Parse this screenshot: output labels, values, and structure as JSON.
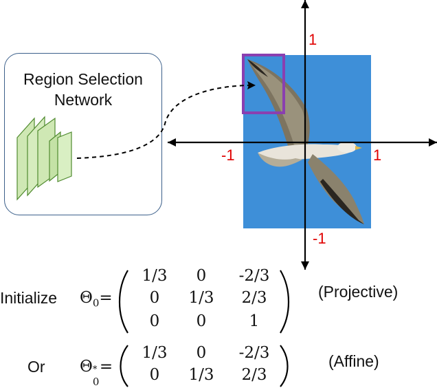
{
  "network": {
    "title_line1": "Region Selection",
    "title_line2": "Network"
  },
  "axes": {
    "x_pos": "1",
    "x_neg": "-1",
    "y_pos": "1",
    "y_neg": "-1"
  },
  "image": {
    "description_icon": "bird-photo",
    "sky_color": "#3e8fd8"
  },
  "selection_box": {
    "color": "#8a3fb0"
  },
  "equations": {
    "initialize_label": "Initialize",
    "or_label": "Or",
    "theta": "Θ",
    "sub": "0",
    "star": "*",
    "eq": "=",
    "projective": {
      "rows": [
        [
          "1/3",
          "0",
          "-2/3"
        ],
        [
          "0",
          "1/3",
          "2/3"
        ],
        [
          "0",
          "0",
          "1"
        ]
      ],
      "tag": "(Projective)"
    },
    "affine": {
      "rows": [
        [
          "1/3",
          "0",
          "-2/3"
        ],
        [
          "0",
          "1/3",
          "2/3"
        ]
      ],
      "tag": "(Affine)"
    }
  },
  "colors": {
    "tick_red": "#e00000",
    "box_border": "#3b5f8a",
    "layer_fill": "#cfe8b4",
    "layer_stroke": "#4f8a2e"
  }
}
